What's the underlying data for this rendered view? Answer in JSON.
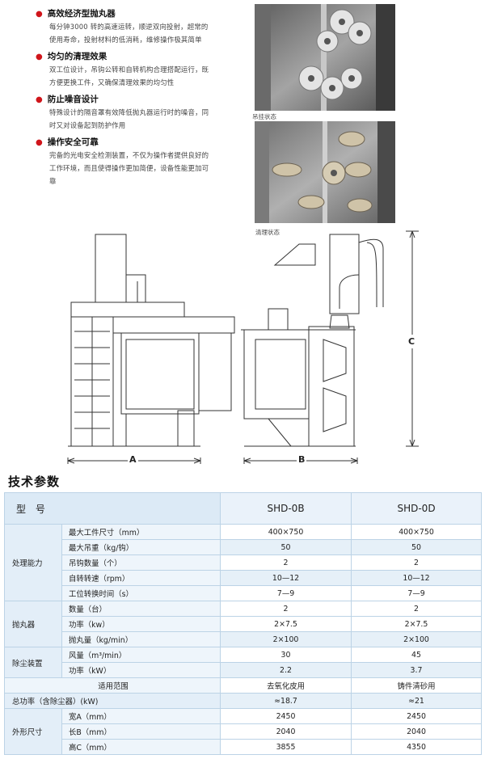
{
  "features": [
    {
      "title": "高效经济型抛丸器",
      "lines": [
        "每分钟3000 转的高速运转，顺逆双向投射，超常的",
        "使用寿命，投射材料的低消耗，维修操作极其简单"
      ]
    },
    {
      "title": "均匀的清理效果",
      "lines": [
        "双工位设计，吊钩公转和自转机构合理搭配运行，既",
        "方便更换工件，又确保清理效果的均匀性"
      ]
    },
    {
      "title": "防止噪音设计",
      "lines": [
        "特殊设计的隔音罩有效降低抛丸器运行时的噪音，同",
        "时又对设备起到防护作用"
      ]
    },
    {
      "title": "操作安全可靠",
      "lines": [
        "完备的光电安全检测装置，不仅为操作者提供良好的",
        "工作环境，而且使得操作更加简便，设备性能更加可",
        "靠"
      ]
    }
  ],
  "photos": {
    "caption1": "吊挂状态",
    "caption2": "清理状态"
  },
  "diagram": {
    "label_a": "A",
    "label_b": "B",
    "label_c": "C"
  },
  "section_title": "技术参数",
  "table": {
    "header": {
      "label": "型 号",
      "col1": "SHD-0B",
      "col2": "SHD-0D"
    },
    "groups": [
      {
        "name": "处理能力",
        "rows": [
          {
            "label": "最大工件尺寸（mm）",
            "v1": "400×750",
            "v2": "400×750"
          },
          {
            "label": "最大吊重（kg/钩）",
            "v1": "50",
            "v2": "50"
          },
          {
            "label": "吊钩数量（个）",
            "v1": "2",
            "v2": "2"
          },
          {
            "label": "自转转速（rpm）",
            "v1": "10—12",
            "v2": "10—12"
          },
          {
            "label": "工位转换时间（s）",
            "v1": "7—9",
            "v2": "7—9"
          }
        ]
      },
      {
        "name": "抛丸器",
        "rows": [
          {
            "label": "数量（台）",
            "v1": "2",
            "v2": "2"
          },
          {
            "label": "功率（kw）",
            "v1": "2×7.5",
            "v2": "2×7.5"
          },
          {
            "label": "抛丸量（kg/min）",
            "v1": "2×100",
            "v2": "2×100"
          }
        ]
      },
      {
        "name": "除尘装置",
        "rows": [
          {
            "label": "风量（m³/min）",
            "v1": "30",
            "v2": "45"
          },
          {
            "label": "功率（kW）",
            "v1": "2.2",
            "v2": "3.7"
          }
        ]
      }
    ],
    "scope": {
      "label": "适用范围",
      "v1": "去氧化皮用",
      "v2": "铸件清砂用"
    },
    "total_power": {
      "label": "总功率（含除尘器）(kW)",
      "v1": "≈18.7",
      "v2": "≈21"
    },
    "dimensions": {
      "name": "外形尺寸",
      "rows": [
        {
          "label": "宽A（mm）",
          "v1": "2450",
          "v2": "2450"
        },
        {
          "label": "长B（mm）",
          "v1": "2040",
          "v2": "2040"
        },
        {
          "label": "高C（mm）",
          "v1": "3855",
          "v2": "4350"
        }
      ]
    }
  }
}
